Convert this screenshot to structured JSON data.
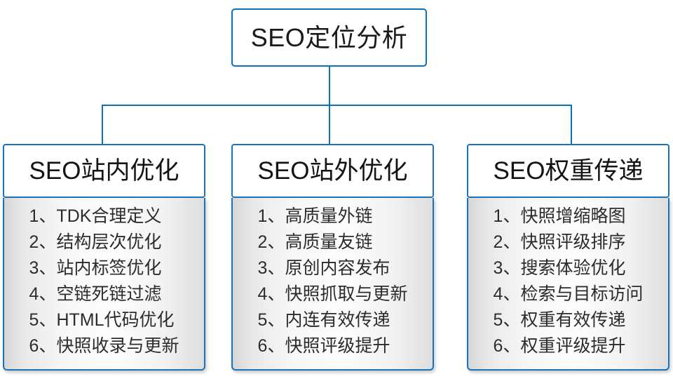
{
  "diagram": {
    "type": "hierarchy-tree",
    "root": {
      "label": "SEO定位分析"
    },
    "accent_color": "#0a72bd",
    "border_color": "#1a73ba",
    "branches": [
      {
        "title": "SEO站内优化",
        "items": [
          "1、TDK合理定义",
          "2、结构层次优化",
          "3、站内标签优化",
          "4、空链死链过滤",
          "5、HTML代码优化",
          "6、快照收录与更新"
        ]
      },
      {
        "title": "SEO站外优化",
        "items": [
          "1、高质量外链",
          "2、高质量友链",
          "3、原创内容发布",
          "4、快照抓取与更新",
          "5、内连有效传递",
          "6、快照评级提升"
        ]
      },
      {
        "title": "SEO权重传递",
        "items": [
          "1、快照增缩略图",
          "2、快照评级排序",
          "3、搜索体验优化",
          "4、检索与目标访问",
          "5、权重有效传递",
          "6、权重评级提升"
        ]
      }
    ]
  }
}
